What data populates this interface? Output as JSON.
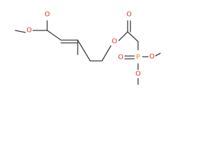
{
  "molecule": {
    "atoms": {
      "o_ester1_carbonyl": "O",
      "o_ester1_ether": "O",
      "o_ester2_ether": "O",
      "o_ester2_carbonyl": "O",
      "p_phosphorus": "P",
      "o_p_double": "O",
      "o_p_methoxy1": "O",
      "o_p_methoxy2": "O"
    },
    "colors": {
      "carbon_bond": "#3a3a3a",
      "oxygen": "#e8302a",
      "phosphorus": "#e88a1a",
      "background": "#ffffff"
    }
  }
}
